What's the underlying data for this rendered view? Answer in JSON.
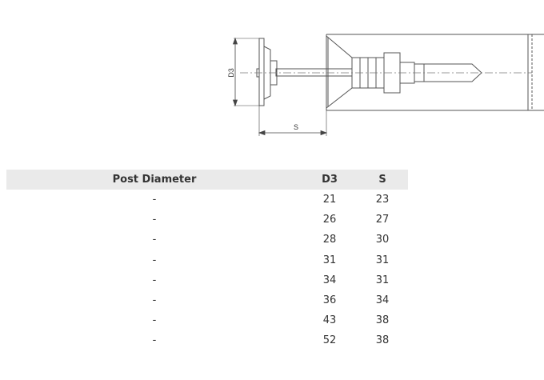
{
  "drawing": {
    "dimension_d3_label": "D3",
    "dimension_s_label": "S"
  },
  "table": {
    "headers": [
      "Post Diameter",
      "D3",
      "S"
    ],
    "rows": [
      [
        "-",
        "21",
        "23"
      ],
      [
        "-",
        "26",
        "27"
      ],
      [
        "-",
        "28",
        "30"
      ],
      [
        "-",
        "31",
        "31"
      ],
      [
        "-",
        "34",
        "31"
      ],
      [
        "-",
        "36",
        "34"
      ],
      [
        "-",
        "43",
        "38"
      ],
      [
        "-",
        "52",
        "38"
      ]
    ]
  }
}
